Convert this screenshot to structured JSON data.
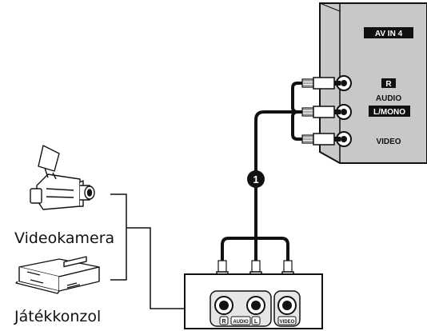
{
  "tv_panel": {
    "input_name": "AV IN 4",
    "r_label": "R",
    "audio_label": "AUDIO",
    "lmono_label": "L/MONO",
    "video_label": "VIDEO"
  },
  "cable_marker": "1",
  "sources": {
    "camcorder_label": "Videokamera",
    "console_label": "Játékkonzol"
  },
  "output_box": {
    "r_label": "R",
    "audio_label": "AUDIO",
    "l_label": "L",
    "video_label": "VIDEO"
  }
}
